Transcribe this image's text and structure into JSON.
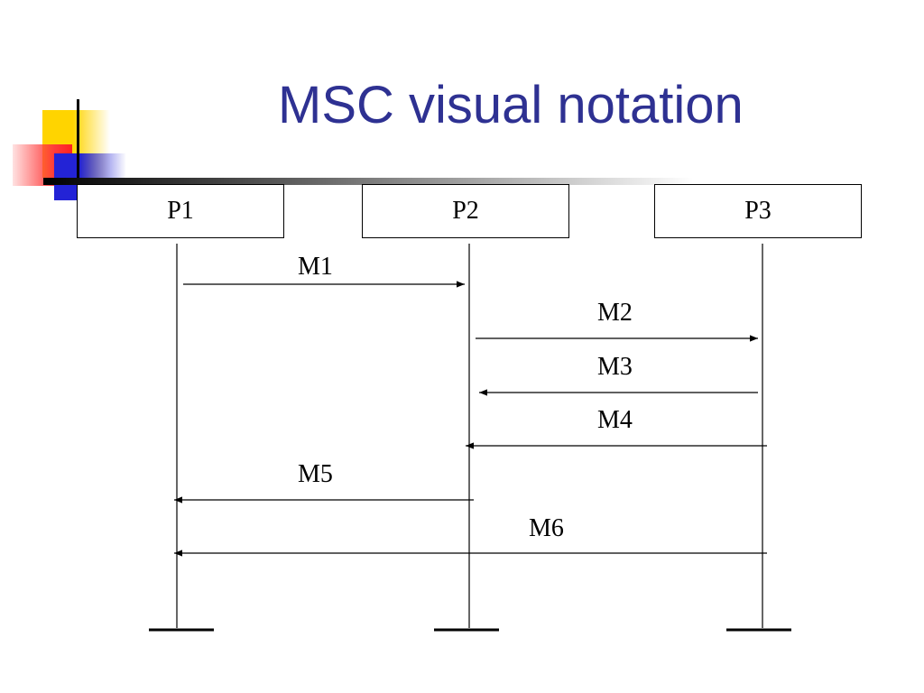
{
  "slide": {
    "title": "MSC visual notation"
  },
  "processes": [
    {
      "id": "P1",
      "label": "P1"
    },
    {
      "id": "P2",
      "label": "P2"
    },
    {
      "id": "P3",
      "label": "P3"
    }
  ],
  "messages": [
    {
      "label": "M1",
      "from": "P1",
      "to": "P2"
    },
    {
      "label": "M2",
      "from": "P2",
      "to": "P3"
    },
    {
      "label": "M3",
      "from": "P3",
      "to": "P2"
    },
    {
      "label": "M4",
      "from": "P3",
      "to": "P2"
    },
    {
      "label": "M5",
      "from": "P2",
      "to": "P1"
    },
    {
      "label": "M6",
      "from": "P3",
      "to": "P1"
    }
  ],
  "colors": {
    "title": "#2e3192",
    "line": "#000000"
  }
}
